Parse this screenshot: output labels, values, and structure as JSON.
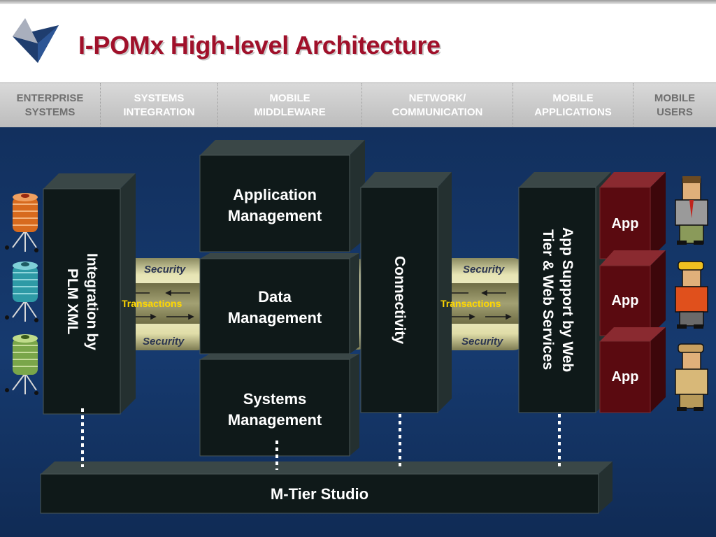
{
  "title": "I-POMx High-level Architecture",
  "columns": [
    {
      "label": "ENTERPRISE\nSYSTEMS",
      "style": "dark"
    },
    {
      "label": "SYSTEMS\nINTEGRATION",
      "style": "light"
    },
    {
      "label": "MOBILE\nMIDDLEWARE",
      "style": "light"
    },
    {
      "label": "NETWORK/\nCOMMUNICATION",
      "style": "light"
    },
    {
      "label": "MOBILE\nAPPLICATIONS",
      "style": "light"
    },
    {
      "label": "MOBILE\nUSERS",
      "style": "dark"
    }
  ],
  "blocks": {
    "integration": "Integration by\nPLM XML",
    "application_management": "Application\nManagement",
    "data_management": "Data\nManagement",
    "systems_management": "Systems\nManagement",
    "connectivity": "Connectivity",
    "app_support": "App Support by Web\nTier & Web Services",
    "studio": "M-Tier Studio"
  },
  "apps": [
    "App",
    "App",
    "App"
  ],
  "pipes": [
    {
      "top": "Security",
      "middle": "Transactions",
      "bottom": "Security"
    },
    {
      "top": "Security",
      "middle": "Transactions",
      "bottom": "Security"
    }
  ],
  "colors": {
    "title": "#a0102a",
    "background": "#163a6f",
    "block": "#0e1a1a",
    "app": "#5a0a10",
    "transactions": "#ffd700"
  },
  "icons": {
    "logo": "arrow-logo-icon",
    "servers": [
      "server-stack-icon-orange",
      "server-stack-icon-teal",
      "server-stack-icon-green"
    ],
    "users": [
      "business-user-icon",
      "worker-user-icon",
      "field-user-icon"
    ]
  }
}
